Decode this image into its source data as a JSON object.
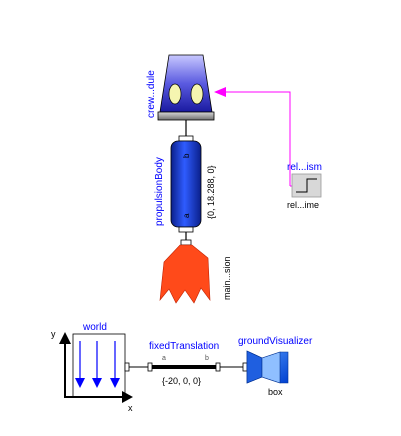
{
  "labels": {
    "crew_module": "crew...dule",
    "propulsion_body": "propulsionBody",
    "propulsion_coords": "{0, 18.288, 0}",
    "port_b": "b",
    "port_a": "a",
    "main_emission": "main...sion",
    "relay_mechanism": "rel...ism",
    "relay_time": "rel...ime",
    "world": "world",
    "axis_y": "y",
    "axis_x": "x",
    "fixed_translation": "fixedTranslation",
    "ft_port_a": "a",
    "ft_port_b": "b",
    "ft_offset": "{-20, 0, 0}",
    "ground_visualizer": "groundVisualizer",
    "box": "box"
  },
  "colors": {
    "label_blue": "#0000ff",
    "connection_magenta": "#ff00ff",
    "body_blue": "#1e3fc8",
    "flame_red": "#ff4a1a",
    "box_blue": "#1565ff"
  }
}
